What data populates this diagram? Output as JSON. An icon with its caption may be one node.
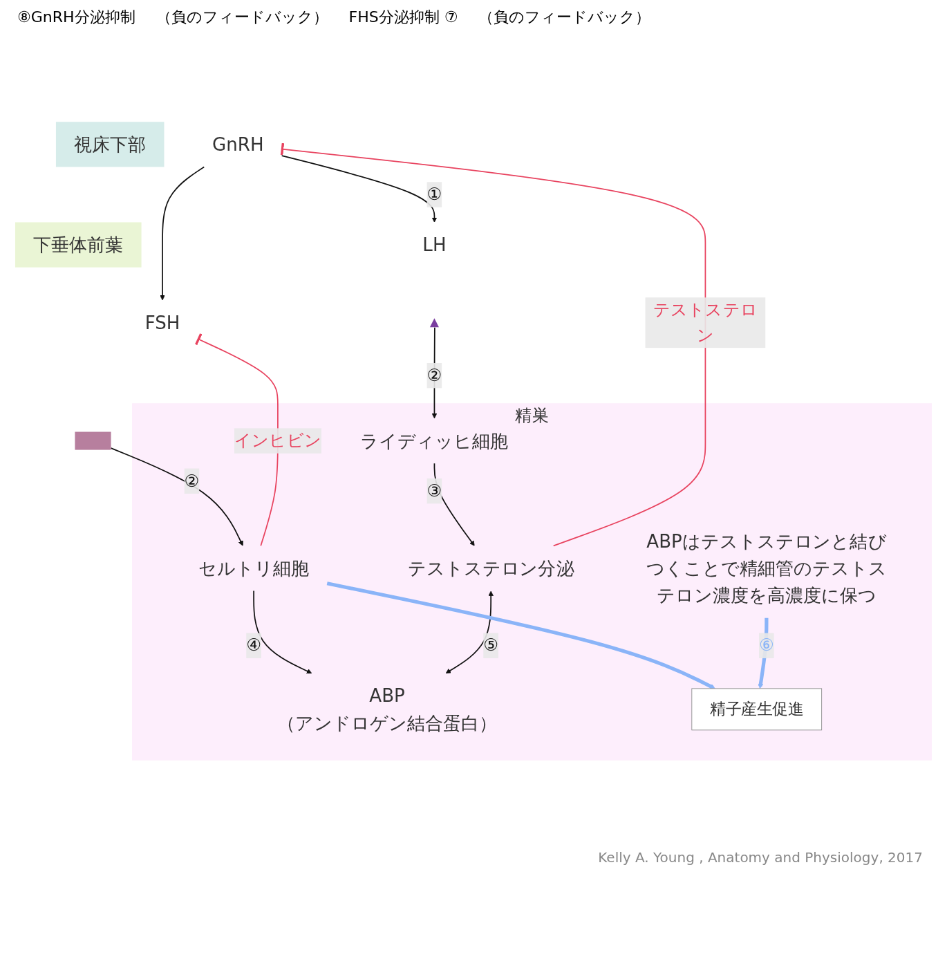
{
  "diagram": {
    "caption": "Kelly A. Young , Anatomy and Physiology, 2017",
    "nodes": [
      {
        "text": [
          "GnRH"
        ]
      },
      {
        "text": [
          "視床下部"
        ]
      },
      {
        "text": [
          "下垂体前葉"
        ]
      },
      {
        "text": [
          "LH"
        ]
      },
      {
        "text": [
          "FSH"
        ]
      },
      {
        "text": [],
        "shape": "triangle"
      },
      {
        "text": [],
        "shape": "box"
      },
      {
        "text": [
          "精巣"
        ]
      },
      {
        "text": [
          "ライディッヒ細胞"
        ],
        "in": 7
      },
      {
        "text": [
          "セルトリ細胞"
        ],
        "in": 7
      },
      {
        "text": [
          "テストステロン分泌"
        ],
        "in": 7
      },
      {
        "text": [
          "ABP",
          "（アンドロゲン結合蛋白）"
        ],
        "in": 7
      },
      {
        "text": [
          "精子産生促進"
        ],
        "in": 7
      },
      {
        "text": [
          "ABPはテストステロンと結びつくことで精細管のテストステロン濃度を高濃度に保つ"
        ],
        "in": 7
      }
    ],
    "edges": [
      {
        "from": 0,
        "to": 3,
        "arrow": "to",
        "label": "①"
      },
      {
        "from": 0,
        "to": 4,
        "arrow": "to"
      },
      {
        "from": 5,
        "to": 8,
        "arrow": "to",
        "label": "②"
      },
      {
        "from": 6,
        "to": 9,
        "arrow": "to",
        "label": "②"
      },
      {
        "from": 8,
        "to": 10,
        "arrow": "to",
        "label": "③"
      },
      {
        "from": 9,
        "to": 11,
        "arrow": "to",
        "label": "④"
      },
      {
        "from": 10,
        "to": 11,
        "arrow": "both",
        "label": "⑤"
      },
      {
        "from": 9,
        "to": 12,
        "arrow": "to",
        "style": "thick",
        "color": "#8ab4f8"
      },
      {
        "from": 13,
        "to": 12,
        "arrow": "to",
        "label": "⑥",
        "style": "thick",
        "color": "#8ab4f8"
      },
      {
        "from": 9,
        "to": 4,
        "arrow": "other",
        "label": "インヒビン",
        "color": "#e8435f"
      },
      {
        "from": 10,
        "to": 0,
        "arrow": "other",
        "label": "テストステロン",
        "color": "#e8435f"
      }
    ],
    "labels": [
      "⑧GnRH分泌抑制",
      "（負のフィードバック）",
      "FHS分泌抑制 ⑦",
      "（負のフィードバック）"
    ]
  }
}
